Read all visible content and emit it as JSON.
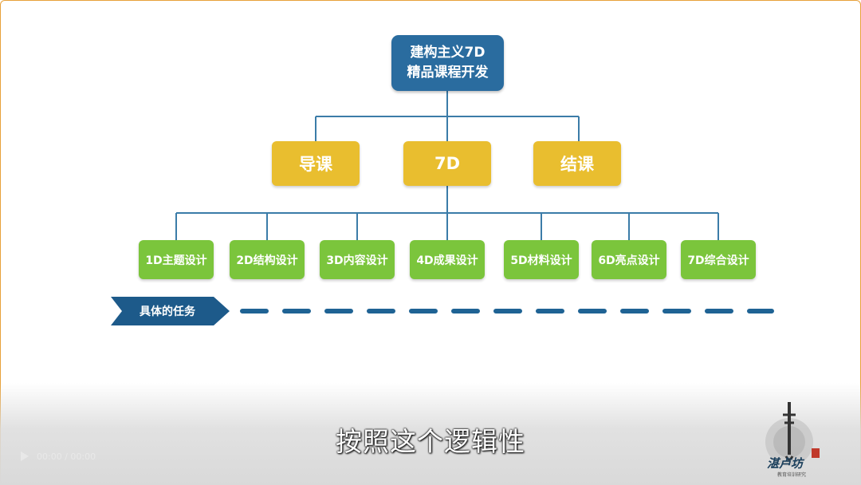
{
  "root": {
    "line1": "建构主义7D",
    "line2": "精品课程开发"
  },
  "level1": [
    {
      "label": "导课"
    },
    {
      "label": "7D"
    },
    {
      "label": "结课"
    }
  ],
  "level2": [
    {
      "label": "1D主题设计"
    },
    {
      "label": "2D结构设计"
    },
    {
      "label": "3D内容设计"
    },
    {
      "label": "4D成果设计"
    },
    {
      "label": "5D材料设计"
    },
    {
      "label": "6D亮点设计"
    },
    {
      "label": "7D综合设计"
    }
  ],
  "task": {
    "label": "具体的任务"
  },
  "subtitle": "按照这个逻辑性",
  "player": {
    "time": "00:00 / 00:00"
  },
  "logo": {
    "text": "湛卢坊",
    "subtext": "教育培训研究"
  },
  "colors": {
    "root": "#2a6c9f",
    "level1": "#e9be2f",
    "level2": "#7bc53c",
    "connector": "#3b7ca8",
    "task_arrow": "#1d5a8a",
    "dash": "#1f6394"
  }
}
